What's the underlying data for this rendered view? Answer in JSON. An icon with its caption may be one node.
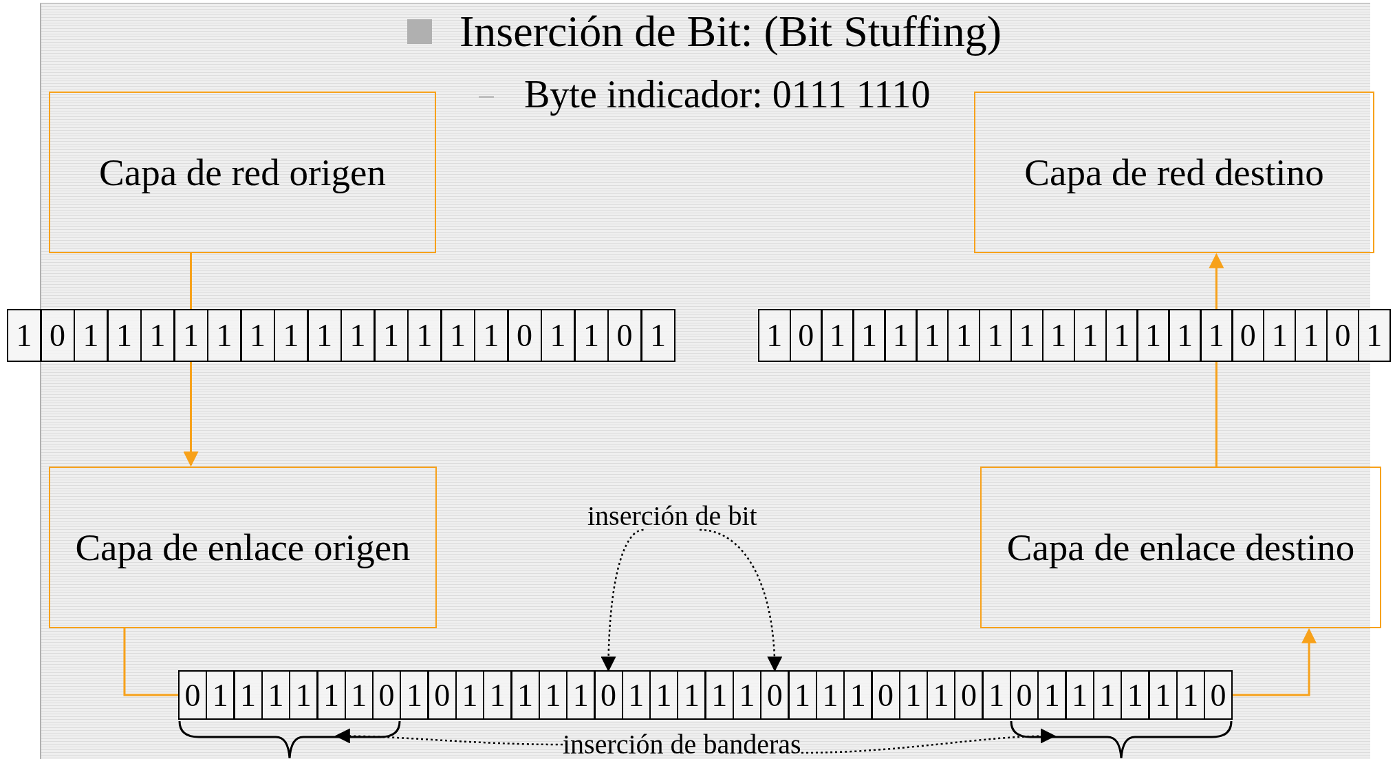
{
  "diagram": {
    "title": "Inserción de Bit: (Bit Stuffing)",
    "nodes": [
      {
        "text": [
          "Capa de red origen"
        ]
      },
      {
        "text": [
          "Capa de red destino"
        ]
      },
      {
        "text": [
          "1"
        ]
      },
      {
        "text": [
          "0"
        ]
      },
      {
        "text": [
          "1"
        ]
      },
      {
        "text": [
          "1"
        ]
      },
      {
        "text": [
          "1"
        ]
      },
      {
        "text": [
          "1"
        ]
      },
      {
        "text": [
          "1"
        ]
      },
      {
        "text": [
          "1"
        ]
      },
      {
        "text": [
          "1"
        ]
      },
      {
        "text": [
          "1"
        ]
      },
      {
        "text": [
          "1"
        ]
      },
      {
        "text": [
          "1"
        ]
      },
      {
        "text": [
          "1"
        ]
      },
      {
        "text": [
          "1"
        ]
      },
      {
        "text": [
          "1"
        ]
      },
      {
        "text": [
          "0"
        ]
      },
      {
        "text": [
          "1"
        ]
      },
      {
        "text": [
          "1"
        ]
      },
      {
        "text": [
          "0"
        ]
      },
      {
        "text": [
          "1"
        ]
      },
      {
        "text": [
          "1"
        ]
      },
      {
        "text": [
          "0"
        ]
      },
      {
        "text": [
          "1"
        ]
      },
      {
        "text": [
          "1"
        ]
      },
      {
        "text": [
          "1"
        ]
      },
      {
        "text": [
          "1"
        ]
      },
      {
        "text": [
          "1"
        ]
      },
      {
        "text": [
          "1"
        ]
      },
      {
        "text": [
          "1"
        ]
      },
      {
        "text": [
          "1"
        ]
      },
      {
        "text": [
          "1"
        ]
      },
      {
        "text": [
          "1"
        ]
      },
      {
        "text": [
          "1"
        ]
      },
      {
        "text": [
          "1"
        ]
      },
      {
        "text": [
          "1"
        ]
      },
      {
        "text": [
          "0"
        ]
      },
      {
        "text": [
          "1"
        ]
      },
      {
        "text": [
          "1"
        ]
      },
      {
        "text": [
          "0"
        ]
      },
      {
        "text": [
          "1"
        ]
      },
      {
        "text": [
          "Capa de enlace origen"
        ]
      },
      {
        "text": [
          "inserción de bit"
        ]
      },
      {
        "text": [
          "Capa de enlace destino"
        ]
      },
      {
        "text": [
          "0"
        ]
      },
      {
        "text": [
          "1"
        ]
      },
      {
        "text": [
          "1"
        ]
      },
      {
        "text": [
          "1"
        ]
      },
      {
        "text": [
          "1"
        ]
      },
      {
        "text": [
          "1"
        ]
      },
      {
        "text": [
          "1"
        ]
      },
      {
        "text": [
          "0"
        ]
      },
      {
        "text": [
          "1"
        ]
      },
      {
        "text": [
          "0"
        ]
      },
      {
        "text": [
          "1"
        ]
      },
      {
        "text": [
          "1"
        ]
      },
      {
        "text": [
          "1"
        ]
      },
      {
        "text": [
          "1"
        ]
      },
      {
        "text": [
          "1"
        ]
      },
      {
        "text": [
          "0"
        ]
      },
      {
        "text": [
          "1"
        ]
      },
      {
        "text": [
          "1"
        ]
      },
      {
        "text": [
          "1"
        ]
      },
      {
        "text": [
          "1"
        ]
      },
      {
        "text": [
          "1"
        ]
      },
      {
        "text": [
          "0"
        ]
      },
      {
        "text": [
          "1"
        ]
      },
      {
        "text": [
          "1"
        ]
      },
      {
        "text": [
          "1"
        ]
      },
      {
        "text": [
          "0"
        ]
      },
      {
        "text": [
          "1"
        ]
      },
      {
        "text": [
          "1"
        ]
      },
      {
        "text": [
          "0"
        ]
      },
      {
        "text": [
          "1"
        ]
      },
      {
        "text": [
          "0"
        ]
      },
      {
        "text": [
          "1"
        ]
      },
      {
        "text": [
          "1"
        ]
      },
      {
        "text": [
          "1"
        ]
      },
      {
        "text": [
          "1"
        ]
      },
      {
        "text": [
          "1"
        ]
      },
      {
        "text": [
          "1"
        ]
      },
      {
        "text": [
          "0"
        ]
      },
      {
        "text": [],
        "shape": "brace"
      },
      {
        "text": [
          "inserción de banderas"
        ]
      },
      {
        "text": [],
        "shape": "brace"
      }
    ],
    "edges": [
      {
        "from": 0,
        "to": 7,
        "arrow": "none"
      },
      {
        "from": 7,
        "to": 42,
        "arrow": "to"
      },
      {
        "from": 42,
        "to": 45,
        "arrow": "none"
      },
      {
        "from": 82,
        "to": 44,
        "arrow": "to"
      },
      {
        "from": 44,
        "to": 36,
        "arrow": "none"
      },
      {
        "from": 36,
        "to": 1,
        "arrow": "to"
      },
      {
        "from": 43,
        "to": 60,
        "arrow": "to",
        "style": "dashed",
        "color": "#000000"
      },
      {
        "from": 43,
        "to": 66,
        "arrow": "to",
        "style": "dashed",
        "color": "#000000"
      },
      {
        "from": 84,
        "to": 83,
        "arrow": "to",
        "style": "dashed",
        "color": "#000000"
      },
      {
        "from": 84,
        "to": 85,
        "arrow": "to",
        "style": "dashed",
        "color": "#000000"
      }
    ],
    "labels": [
      "Byte indicador: 0111 1110"
    ]
  }
}
